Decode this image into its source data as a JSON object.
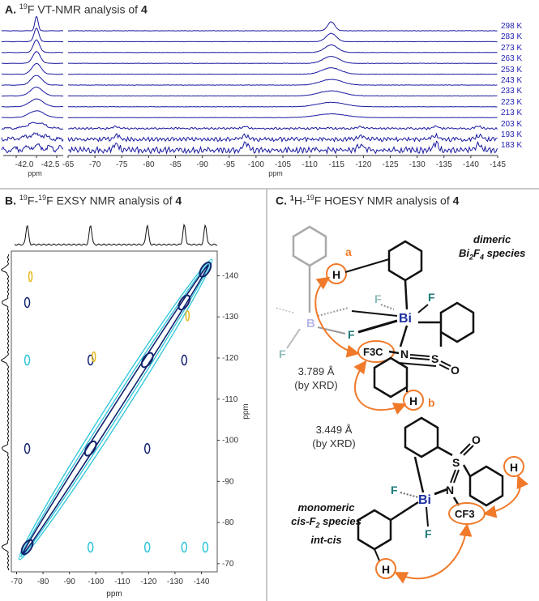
{
  "panels": {
    "a": {
      "letter": "A.",
      "iso": "19",
      "title_mid": "F VT-NMR analysis of ",
      "compound": "4",
      "temperatures": [
        "298 K",
        "283 K",
        "273 K",
        "263 K",
        "253 K",
        "243 K",
        "233 K",
        "223 K",
        "213 K",
        "203 K",
        "193 K",
        "183 K"
      ],
      "left_axis": {
        "ticks": [
          "-42.0",
          "-42.5"
        ],
        "label": "ppm"
      },
      "right_axis": {
        "ticks": [
          "-65",
          "-70",
          "-75",
          "-80",
          "-85",
          "-90",
          "-95",
          "-100",
          "-105",
          "-110",
          "-115",
          "-120",
          "-125",
          "-130",
          "-135",
          "-140",
          "-145"
        ],
        "label": "ppm"
      }
    },
    "b": {
      "letter": "B.",
      "iso1": "19",
      "mid": "F-",
      "iso2": "19",
      "title_mid": "F EXSY NMR analysis of ",
      "compound": "4",
      "x_ticks": [
        "-70",
        "-80",
        "-90",
        "-100",
        "-110",
        "-120",
        "-130",
        "-140"
      ],
      "y_ticks": [
        "-140",
        "-130",
        "-120",
        "-110",
        "-100",
        "-90",
        "-80",
        "-70"
      ],
      "x_label": "ppm",
      "y_label": "ppm"
    },
    "c": {
      "letter": "C.",
      "iso1": "1",
      "mid": "H-",
      "iso2": "19",
      "title_mid": "F HOESY NMR analysis of ",
      "compound": "4",
      "dimer_line1": "dimeric",
      "dimer_line2_a": "Bi",
      "dimer_sub1": "2",
      "dimer_line2_b": "F",
      "dimer_sub2": "4",
      "dimer_line2_c": " species",
      "dist1_value": "3.789 Å",
      "dist1_method": "(by XRD)",
      "dist2_value": "3.449 Å",
      "dist2_method": "(by XRD)",
      "label_a": "a",
      "label_b": "b",
      "mono_line1": "monomeric",
      "mono_line2": "cis-F",
      "mono_sub": "2",
      "mono_line2_b": " species",
      "mono_line3": "int-cis",
      "atoms": {
        "H": "H",
        "Bi": "Bi",
        "F": "F",
        "N": "N",
        "S": "S",
        "O": "O",
        "C": "C",
        "F3C": "F3C",
        "CF3": "CF3",
        "B": "B"
      }
    }
  },
  "colors": {
    "spectrum_blue": "#1a1aa0",
    "temp_blue": "#1f1fb0",
    "orange": "#f07a2a",
    "contour_light": "#2bc4d8",
    "contour_dark": "#13236e",
    "contour_yellow": "#e4b81c",
    "bi_blue": "#1b2fa0",
    "f_teal": "#1f7a7a"
  }
}
